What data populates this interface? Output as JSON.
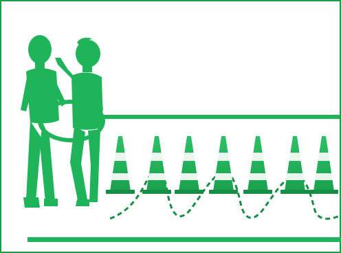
{
  "scene": {
    "description_items": [
      "children-silhouettes",
      "hoop",
      "cones",
      "dashed-path",
      "track-lines"
    ],
    "colors": {
      "primary_green": "#1fb45a",
      "dark_green": "#178d45",
      "light_green": "#a8dbb9",
      "frame_border": "#1e9a4a",
      "cone_white": "#eaf7ef"
    },
    "cone_count": 7
  }
}
